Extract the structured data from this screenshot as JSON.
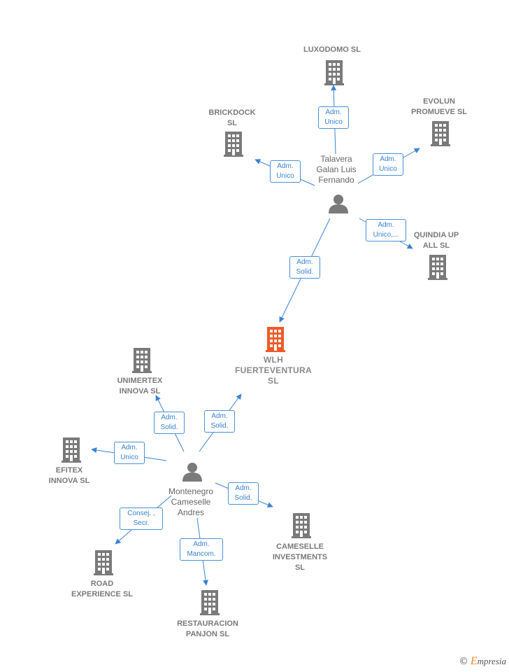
{
  "companies": {
    "luxodomo": {
      "name": "LUXODOMO SL",
      "color": "#7a7a7a"
    },
    "brickdock": {
      "name": "BRICKDOCK\nSL",
      "color": "#7a7a7a"
    },
    "evolun": {
      "name": "EVOLUN\nPROMUEVE SL",
      "color": "#7a7a7a"
    },
    "quindia": {
      "name": "QUINDIA UP\nALL  SL",
      "color": "#7a7a7a"
    },
    "wlh": {
      "name": "WLH\nFUERTEVENTURA\nSL",
      "color": "#f05a28"
    },
    "unimertex": {
      "name": "UNIMERTEX\nINNOVA  SL",
      "color": "#7a7a7a"
    },
    "efitex": {
      "name": "EFITEX\nINNOVA  SL",
      "color": "#7a7a7a"
    },
    "cameselle": {
      "name": "CAMESELLE\nINVESTMENTS\nSL",
      "color": "#7a7a7a"
    },
    "road": {
      "name": "ROAD\nEXPERIENCE SL",
      "color": "#7a7a7a"
    },
    "restauracion": {
      "name": "RESTAURACION\nPANJON SL",
      "color": "#7a7a7a"
    }
  },
  "persons": {
    "talavera": {
      "name": "Talavera\nGalan Luis\nFernando"
    },
    "montenegro": {
      "name": "Montenegro\nCameselle\nAndres"
    }
  },
  "edges": {
    "t_luxodomo": "Adm.\nUnico",
    "t_brickdock": "Adm.\nUnico",
    "t_evolun": "Adm.\nUnico",
    "t_quindia": "Adm.\nUnico,...",
    "t_wlh": "Adm.\nSolid.",
    "m_unimertex": "Adm.\nSolid.",
    "m_wlh": "Adm.\nSolid.",
    "m_efitex": "Adm.\nUnico",
    "m_cameselle": "Adm.\nSolid.",
    "m_road": "Consej. ,\nSecr.",
    "m_restauracion": "Adm.\nMancom."
  },
  "colors": {
    "edge": "#3a82d4",
    "building": "#7a7a7a",
    "focal": "#f05a28",
    "person": "#7a7a7a"
  },
  "brand": {
    "copyright": "©",
    "name_initial": "E",
    "name_rest": "mpresia"
  }
}
